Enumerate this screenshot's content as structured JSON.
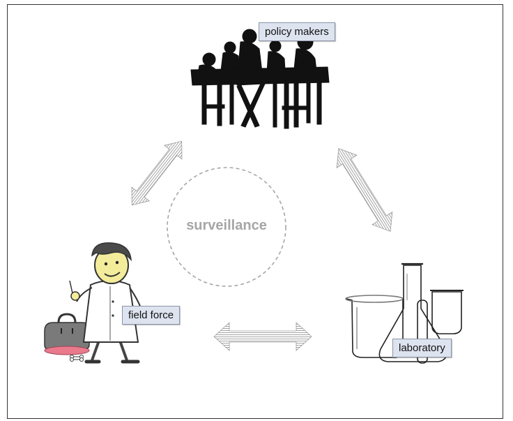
{
  "diagram": {
    "center_label": "surveillance",
    "nodes": [
      {
        "id": "policy",
        "label": "policy makers",
        "icon": "meeting-table-icon"
      },
      {
        "id": "lab",
        "label": "laboratory",
        "icon": "lab-glassware-icon"
      },
      {
        "id": "field",
        "label": "field force",
        "icon": "veterinarian-icon"
      }
    ],
    "connections": [
      {
        "from": "field",
        "to": "policy",
        "style": "double-arrow"
      },
      {
        "from": "policy",
        "to": "lab",
        "style": "double-arrow"
      },
      {
        "from": "field",
        "to": "lab",
        "style": "double-arrow"
      }
    ],
    "colors": {
      "label_bg": "#dde3ef",
      "arrow": "#8c8c8c",
      "circle": "#a6a6a6",
      "center_text": "#a6a6a6"
    }
  }
}
